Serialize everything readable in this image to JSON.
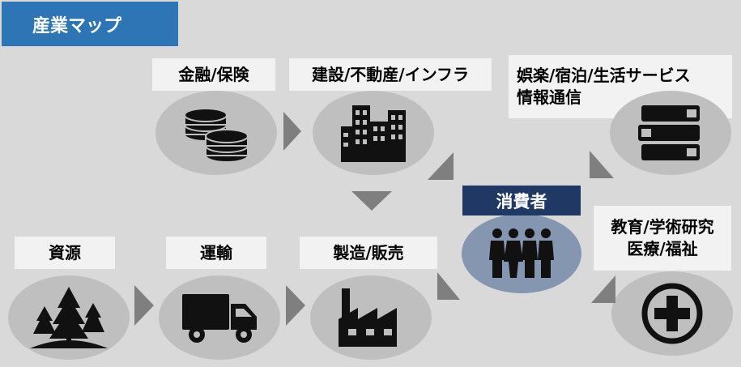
{
  "title": "産業マップ",
  "nodes": {
    "finance": "金融/保険",
    "construction": "建設/不動産/インフラ",
    "entertainment_line1": "娯楽/宿泊/生活サービス",
    "entertainment_line2": "情報通信",
    "resources": "資源",
    "transport": "運輸",
    "manufacturing": "製造/販売",
    "consumer": "消費者",
    "education_line1": "教育/学術研究",
    "education_line2": "医療/福祉"
  },
  "icons": {
    "finance": "coins-icon",
    "construction": "buildings-icon",
    "entertainment": "books-icon",
    "resources": "trees-icon",
    "transport": "truck-icon",
    "manufacturing": "factory-icon",
    "consumer": "people-icon",
    "education": "medical-cross-icon"
  },
  "colors": {
    "background": "#d9d9d9",
    "title_bg": "#2e75b6",
    "consumer_label_bg": "#203864",
    "consumer_circle": "#8496b0",
    "node_circle": "#bfbfbf",
    "arrow": "#7f7f7f"
  }
}
